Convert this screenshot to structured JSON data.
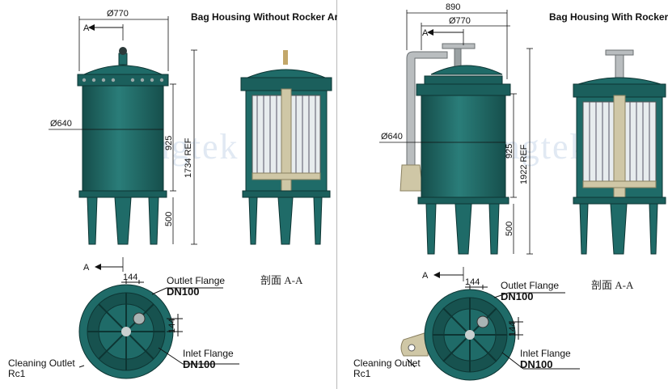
{
  "left": {
    "title": "Bag Housing Without Rocker Arm",
    "dims": {
      "diameter_top": "Ø770",
      "diameter_body": "Ø640",
      "height_body": "925",
      "height_total": "1734 REF",
      "height_legs": "500",
      "flange_h": "144",
      "flange_v": "144"
    },
    "section_mark": "A",
    "section_label": "剖面 A-A",
    "outlet_flange": {
      "label": "Outlet Flange",
      "size": "DN100"
    },
    "inlet_flange": {
      "label": "Inlet Flange",
      "size": "DN100"
    },
    "cleaning_outlet": {
      "label": "Cleaning Outlet",
      "size": "Rc1"
    },
    "watermark": "Hongtek"
  },
  "right": {
    "title": "Bag Housing With Rocker Arm",
    "dims": {
      "width_total": "890",
      "diameter_top": "Ø770",
      "diameter_body": "Ø640",
      "height_body": "925",
      "height_total": "1922 REF",
      "height_legs": "500",
      "flange_h": "144",
      "flange_v": "144"
    },
    "section_mark": "A",
    "section_label": "剖面 A-A",
    "outlet_flange": {
      "label": "Outlet Flange",
      "size": "DN100"
    },
    "inlet_flange": {
      "label": "Inlet Flange",
      "size": "DN100"
    },
    "cleaning_outlet": {
      "label": "Cleaning Outlet",
      "size": "Rc1"
    },
    "watermark": "Hongtek"
  },
  "colors": {
    "housing": "#1f6b68",
    "housing_dark": "#164e4c",
    "support": "#cfc7a6",
    "arm": "#b9bdbf"
  }
}
